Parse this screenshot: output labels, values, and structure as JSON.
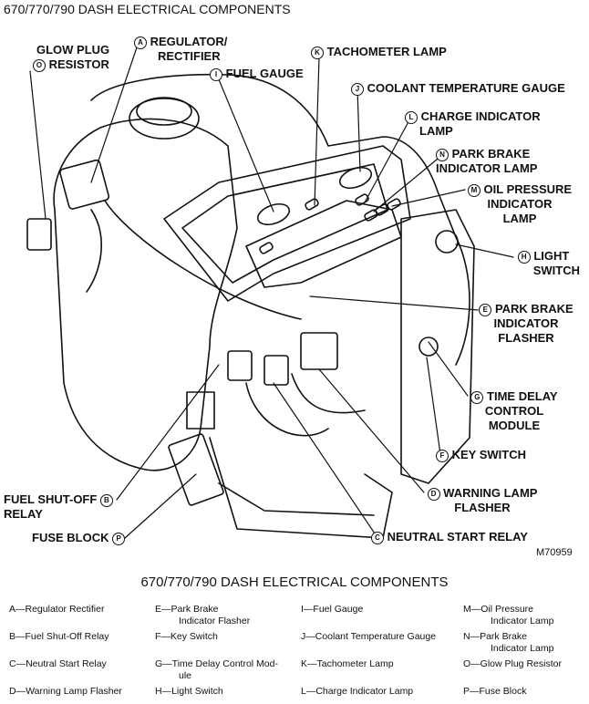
{
  "header": "670/770/790 DASH ELECTRICAL COMPONENTS",
  "figure_id": "M70959",
  "caption": "670/770/790 DASH ELECTRICAL COMPONENTS",
  "callouts": {
    "O": {
      "letter": "O",
      "lines": [
        "GLOW PLUG",
        "RESISTOR"
      ]
    },
    "A": {
      "letter": "A",
      "lines": [
        "REGULATOR/",
        "RECTIFIER"
      ]
    },
    "I": {
      "letter": "I",
      "lines": [
        "FUEL GAUGE"
      ]
    },
    "K": {
      "letter": "K",
      "lines": [
        "TACHOMETER LAMP"
      ]
    },
    "J": {
      "letter": "J",
      "lines": [
        "COOLANT TEMPERATURE GAUGE"
      ]
    },
    "L": {
      "letter": "L",
      "lines": [
        "CHARGE INDICATOR",
        "LAMP"
      ]
    },
    "N": {
      "letter": "N",
      "lines": [
        "PARK BRAKE",
        "INDICATOR LAMP"
      ]
    },
    "M": {
      "letter": "M",
      "lines": [
        "OIL PRESSURE",
        "INDICATOR",
        "LAMP"
      ]
    },
    "H": {
      "letter": "H",
      "lines": [
        "LIGHT",
        "SWITCH"
      ]
    },
    "E": {
      "letter": "E",
      "lines": [
        "PARK BRAKE",
        "INDICATOR",
        "FLASHER"
      ]
    },
    "G": {
      "letter": "G",
      "lines": [
        "TIME DELAY",
        "CONTROL",
        "MODULE"
      ]
    },
    "F": {
      "letter": "F",
      "lines": [
        "KEY SWITCH"
      ]
    },
    "D": {
      "letter": "D",
      "lines": [
        "WARNING LAMP",
        "FLASHER"
      ]
    },
    "B": {
      "letter": "B",
      "lines": [
        "FUEL SHUT-OFF",
        "RELAY"
      ]
    },
    "C": {
      "letter": "C",
      "lines": [
        "NEUTRAL START RELAY"
      ]
    },
    "P": {
      "letter": "P",
      "lines": [
        "FUSE BLOCK"
      ]
    }
  },
  "legend": [
    {
      "lines": [
        "A—Regulator Rectifier"
      ]
    },
    {
      "lines": [
        "B—Fuel Shut-Off Relay"
      ]
    },
    {
      "lines": [
        "C—Neutral Start Relay"
      ]
    },
    {
      "lines": [
        "D—Warning Lamp Flasher"
      ]
    },
    {
      "lines": [
        "E—Park Brake",
        "Indicator Flasher"
      ]
    },
    {
      "lines": [
        "F—Key Switch"
      ]
    },
    {
      "lines": [
        "G—Time Delay Control Mod-",
        "ule"
      ]
    },
    {
      "lines": [
        "H—Light Switch"
      ]
    },
    {
      "lines": [
        "I—Fuel Gauge"
      ]
    },
    {
      "lines": [
        "J—Coolant Temperature Gauge"
      ]
    },
    {
      "lines": [
        "K—Tachometer Lamp"
      ]
    },
    {
      "lines": [
        "L—Charge Indicator Lamp"
      ]
    },
    {
      "lines": [
        "M—Oil Pressure",
        "Indicator Lamp"
      ]
    },
    {
      "lines": [
        "N—Park Brake",
        "Indicator Lamp"
      ]
    },
    {
      "lines": [
        "O—Glow Plug Resistor"
      ]
    },
    {
      "lines": [
        "P—Fuse Block"
      ]
    }
  ]
}
